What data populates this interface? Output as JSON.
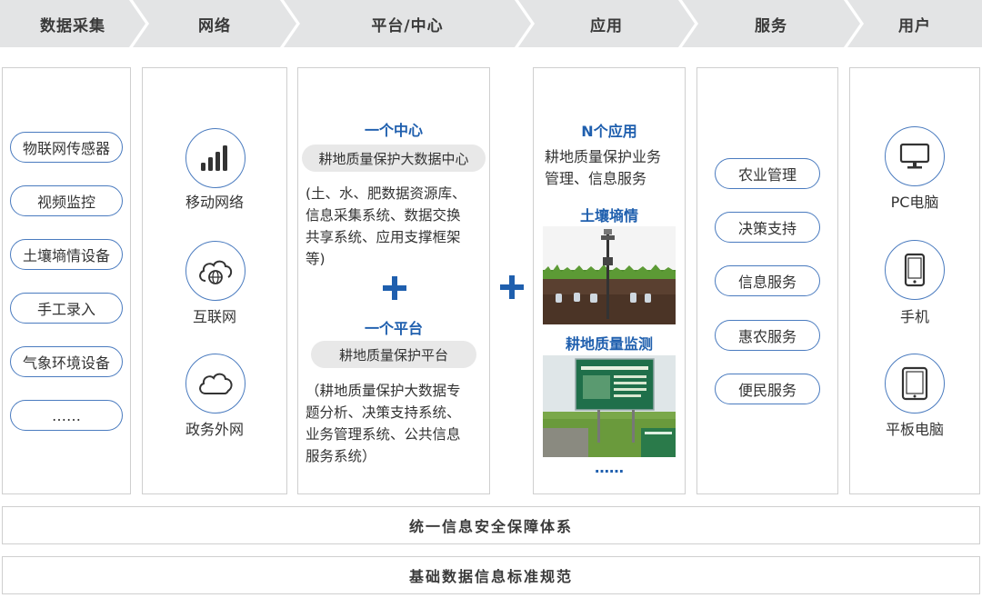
{
  "header": [
    {
      "label": "数据采集"
    },
    {
      "label": "网络"
    },
    {
      "label": "平台/中心"
    },
    {
      "label": "应用"
    },
    {
      "label": "服务"
    },
    {
      "label": "用户"
    }
  ],
  "data_collection": {
    "items": [
      "物联网传感器",
      "视频监控",
      "土壤墒情设备",
      "手工录入",
      "气象环境设备",
      "……"
    ]
  },
  "network": {
    "items": [
      {
        "label": "移动网络",
        "icon": "signal-bars-icon"
      },
      {
        "label": "互联网",
        "icon": "cloud-globe-icon"
      },
      {
        "label": "政务外网",
        "icon": "cloud-icon"
      }
    ]
  },
  "platform": {
    "center_title": "一个中心",
    "center_name": "耕地质量保护大数据中心",
    "center_desc": [
      "(土、水、肥数据资源库、",
      "信息采集系统、数据交换",
      "共享系统、应用支撑框架",
      "等)"
    ],
    "platform_title": "一个平台",
    "platform_name": "耕地质量保护平台",
    "platform_desc": [
      "（耕地质量保护大数据专",
      "题分析、决策支持系统、",
      "业务管理系统、公共信息",
      "服务系统）"
    ]
  },
  "application": {
    "title": "N个应用",
    "desc": [
      "耕地质量保护业务",
      "管理、信息服务"
    ],
    "soil_title": "土壤墒情",
    "monitor_title": "耕地质量监测",
    "more": "……"
  },
  "service": {
    "items": [
      "农业管理",
      "决策支持",
      "信息服务",
      "惠农服务",
      "便民服务"
    ]
  },
  "users": {
    "items": [
      {
        "label": "PC电脑",
        "icon": "monitor-icon"
      },
      {
        "label": "手机",
        "icon": "phone-icon"
      },
      {
        "label": "平板电脑",
        "icon": "tablet-icon"
      }
    ]
  },
  "bottom": {
    "security": "统一信息安全保障体系",
    "standards": "基础数据信息标准规范"
  },
  "colors": {
    "accent": "#1f5fae",
    "border": "#4a7bbf",
    "header_bg": "#e3e4e5"
  }
}
